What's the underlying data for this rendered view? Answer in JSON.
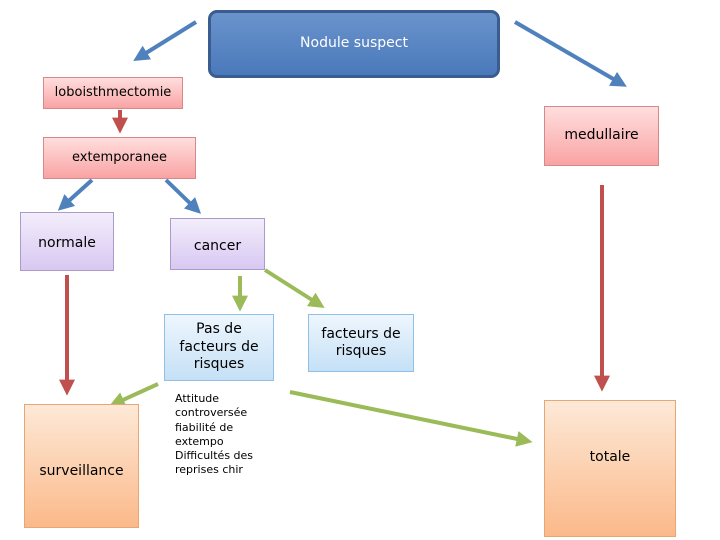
{
  "nodes": {
    "root": "Nodule suspect",
    "loboisthmectomie": "loboisthmectomie",
    "extemporanee": "extemporanee",
    "medullaire": "medullaire",
    "normale": "normale",
    "cancer": "cancer",
    "pas_de_facteurs": [
      "Pas de",
      "facteurs de",
      "risques"
    ],
    "facteurs_de_risques": [
      "facteurs de",
      "risques"
    ],
    "surveillance": "surveillance",
    "totale": "totale"
  },
  "annotation": [
    "Attitude",
    "controversée",
    "fiabilité de",
    "extempo",
    "Difficultés des",
    "reprises chir"
  ],
  "colors": {
    "arrow_blue": "#4f81bd",
    "arrow_red": "#c0504d",
    "arrow_green": "#9bbb59"
  }
}
